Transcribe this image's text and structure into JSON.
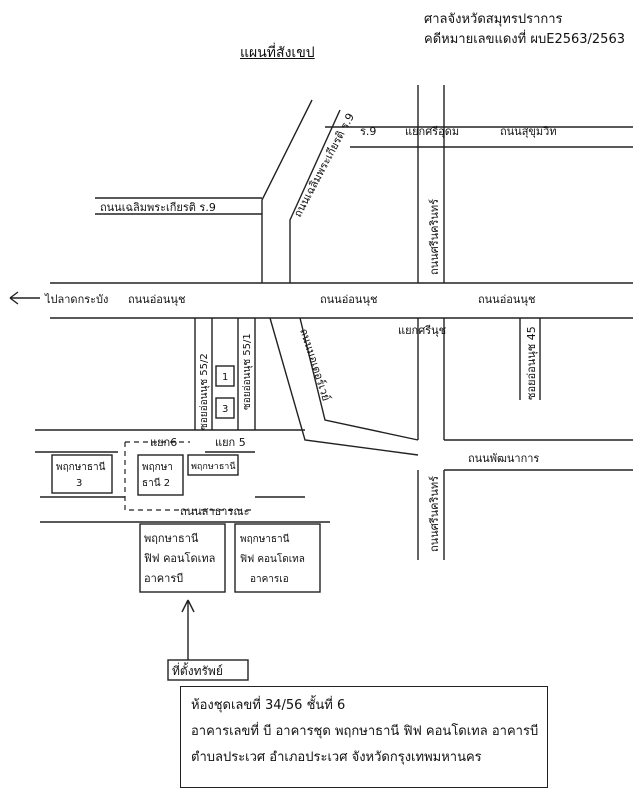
{
  "header": {
    "court": "ศาลจังหวัดสมุทรปราการ",
    "case": "คดีหมายเลขแดงที่ ผบE2563/2563",
    "map_title": "แผนที่สังเขป"
  },
  "roads": {
    "chaloem_top": "ถนนเฉลิมพระเกียรติ ร.9",
    "chaloem_left": "ถนนเฉลิมพระเกียรติ ร.9",
    "r9": "ร.9",
    "srisudom": "แยกศรีอุดม",
    "sukhumvit": "ถนนสุขุมวิท",
    "srinakarin_top": "ถนนศรีนครินทร์",
    "go_lat_krabang": "ไปลาดกระบัง",
    "onnut_left": "ถนนอ่อนนุช",
    "onnut_mid": "ถนนอ่อนนุช",
    "onnut_right": "ถนนอ่อนนุช",
    "soi_onnut_45": "ซอยอ่อนนุช 45",
    "yaek_sri_nut": "แยกศรีนุช",
    "soi_55_2": "ซอยอ่อนนุช 55/2",
    "soi_55_1": "ซอยอ่อนนุช 55/1",
    "num_1": "1",
    "num_3": "3",
    "motorway": "ถนนมอเตอร์เวย์",
    "yaek_6": "แยก6",
    "yaek_5": "แยก 5",
    "pattanakarn": "ถนนพัฒนาการ",
    "srinakarin_bottom": "ถนนศรีนครินทร์",
    "public_road": "ถนนสาธารณะ",
    "target": "ที่ตั้งทรัพย์"
  },
  "buildings": {
    "pruksa_3": [
      "พฤกษาธานี",
      "3"
    ],
    "pruksa_2": [
      "พฤกษา",
      "ธานี 2"
    ],
    "pruksa_small": "พฤกษาธานี",
    "pruksa_b": [
      "พฤกษาธานี",
      "ฟิฟ คอนโดเทล",
      "อาคารบี"
    ],
    "pruksa_a": [
      "พฤกษาธานี",
      "ฟิฟ คอนโดเทล",
      "อาคารเอ"
    ]
  },
  "info": {
    "line1": "ห้องชุดเลขที่ 34/56 ชั้นที่ 6",
    "line2": "อาคารเลขที่ บี อาคารชุด พฤกษาธานี ฟิฟ คอนโดเทล อาคารบี",
    "line3": "ตำบลประเวศ อำเภอประเวศ จังหวัดกรุงเทพมหานคร"
  }
}
